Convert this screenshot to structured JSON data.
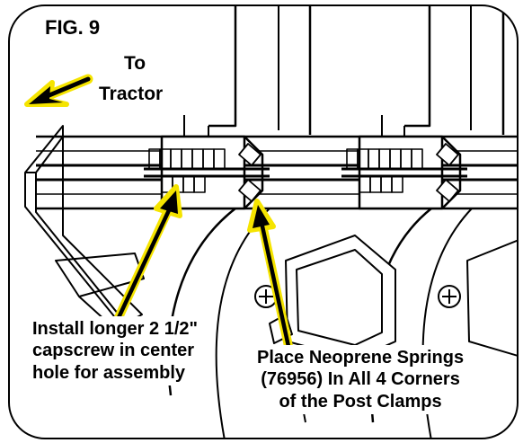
{
  "figure": {
    "title": "FIG. 9",
    "direction_label_line1": "To",
    "direction_label_line2": "Tractor"
  },
  "callouts": [
    {
      "lines": [
        "Install longer 2 1/2\"",
        "capscrew in center",
        "hole for assembly"
      ]
    },
    {
      "lines": [
        "Place Neoprene Springs",
        "(76956) In All 4 Corners",
        "of the Post Clamps"
      ]
    }
  ],
  "colors": {
    "arrow_fill": "#000000",
    "arrow_glow": "#f5e400",
    "ink": "#000000",
    "paper": "#ffffff"
  },
  "icons": {
    "direction_arrow": "arrow-up-left-icon",
    "callout_pointer": "pointer-arrow-icon"
  }
}
